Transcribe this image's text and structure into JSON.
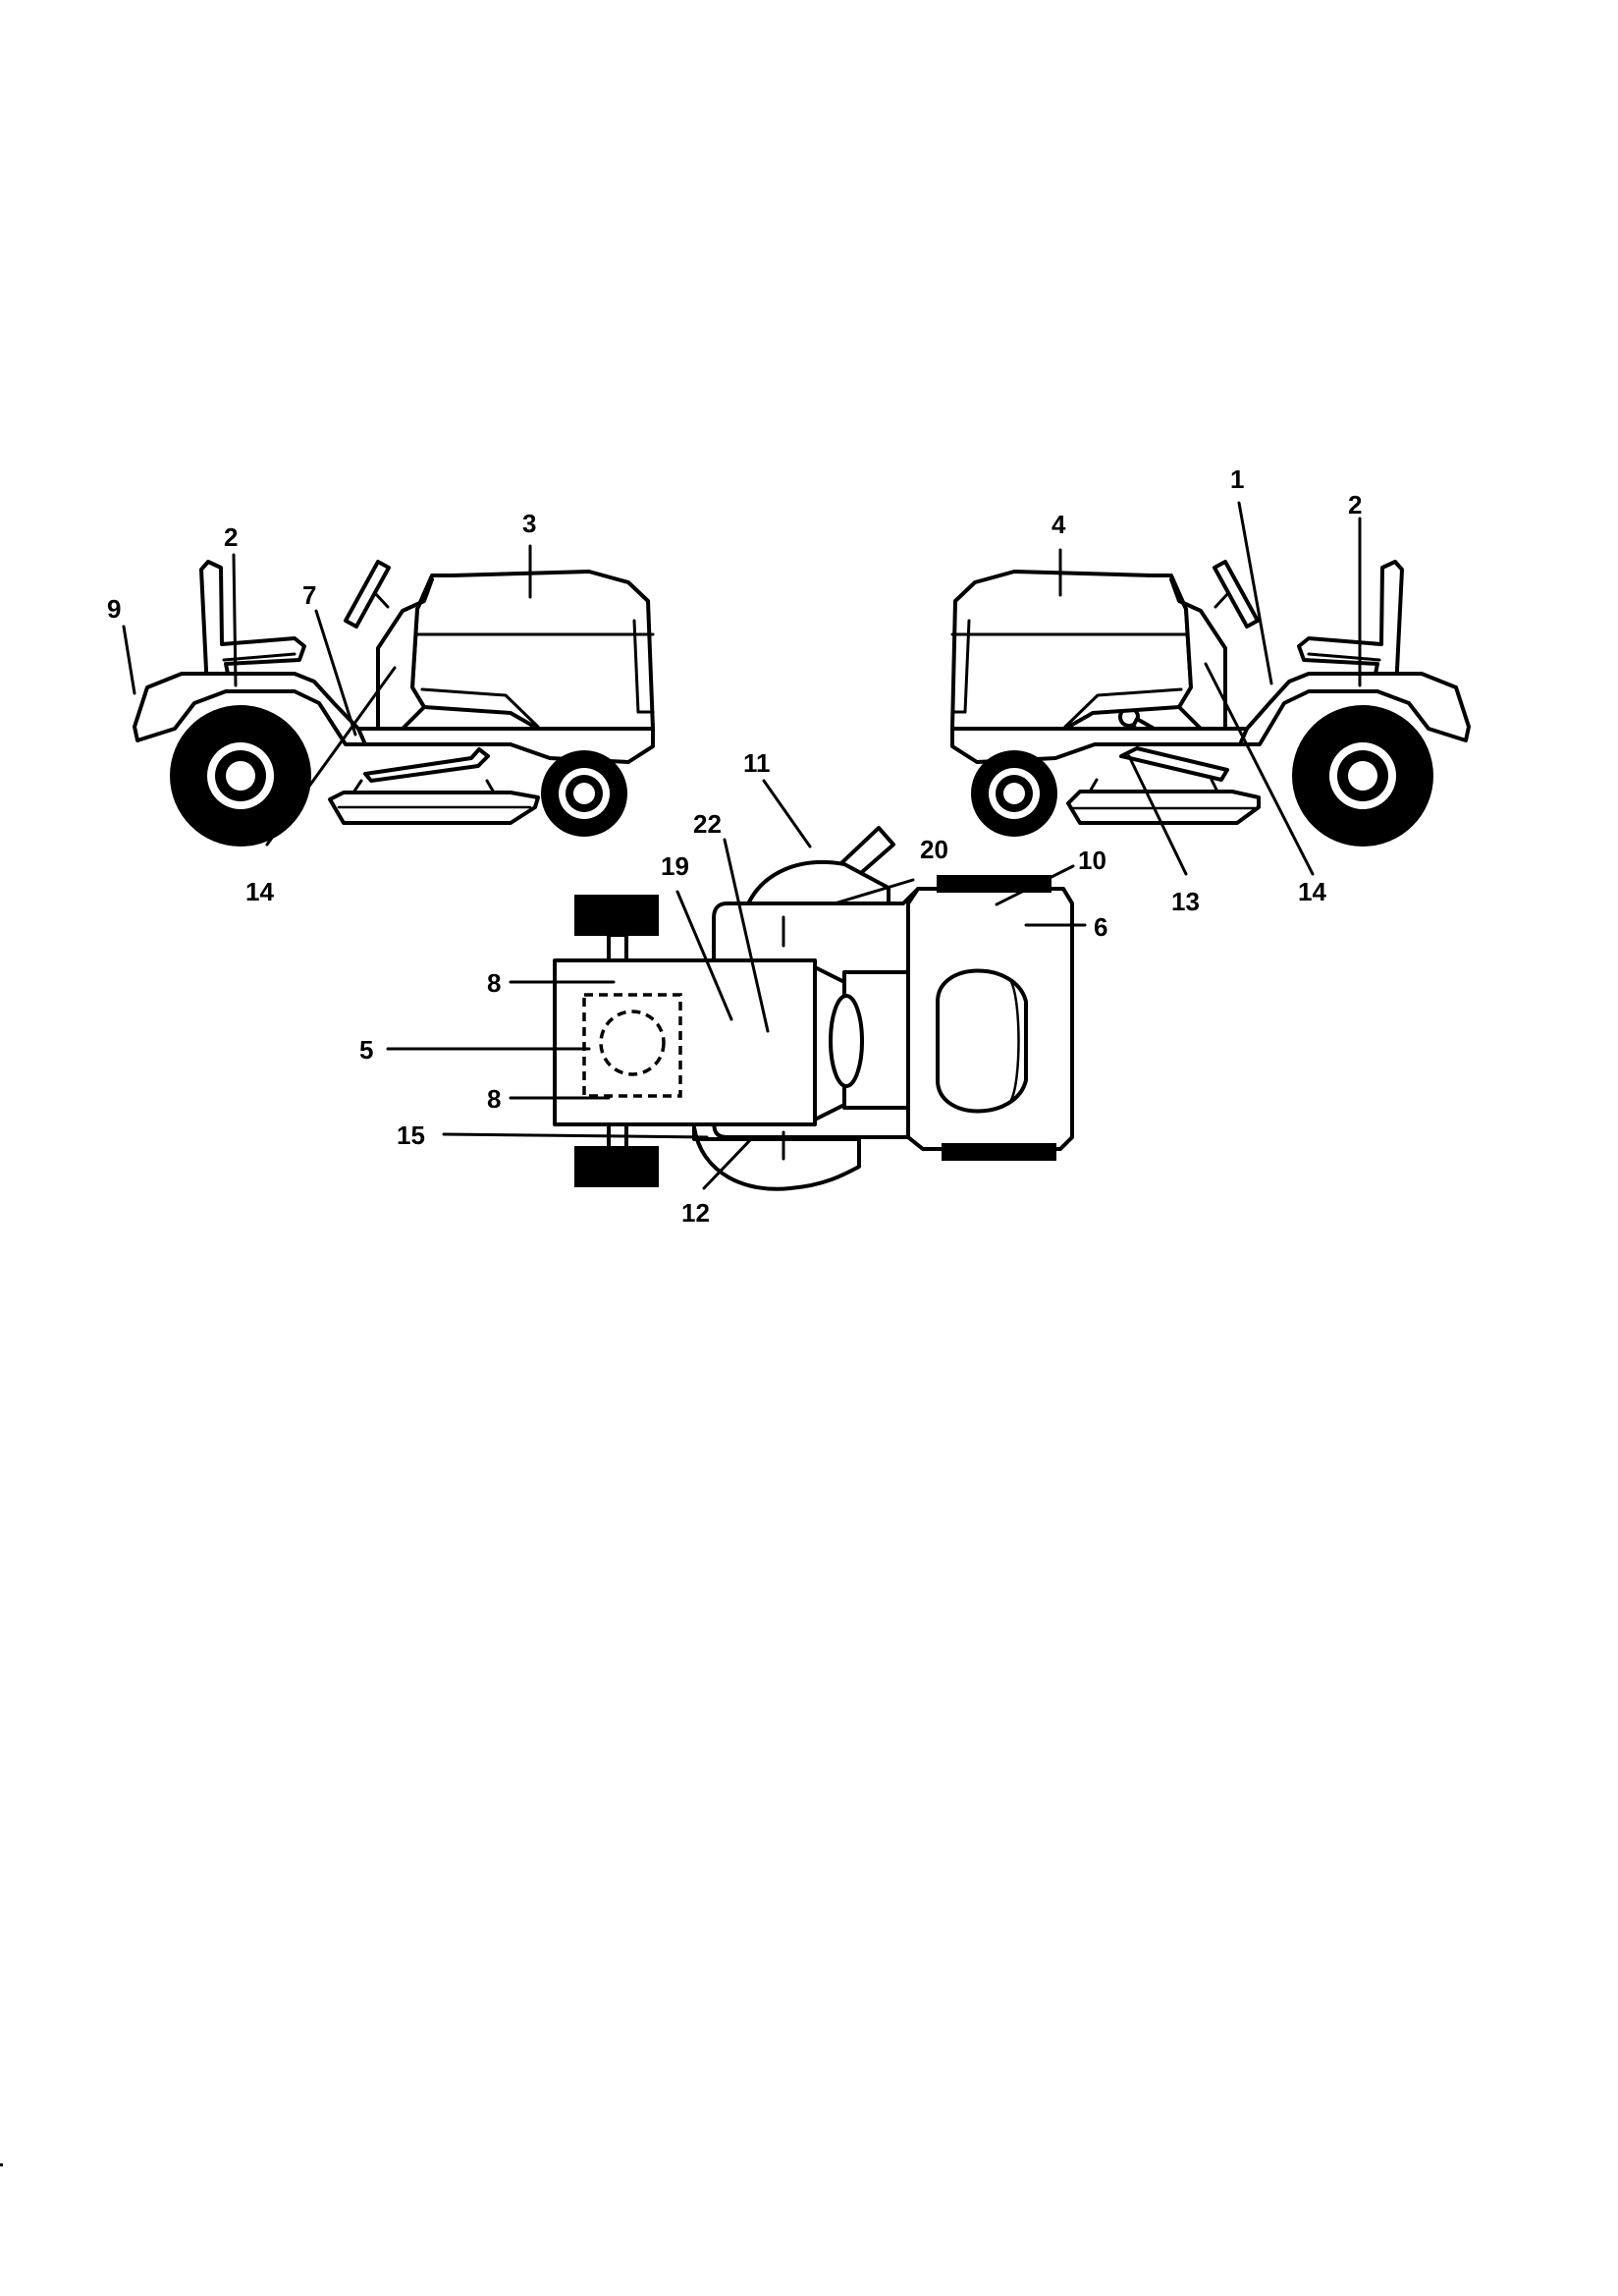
{
  "callouts": {
    "left": {
      "c9": "9",
      "c2": "2",
      "c7": "7",
      "c3": "3",
      "c14": "14"
    },
    "right": {
      "c4": "4",
      "c1": "1",
      "c2": "2",
      "c13": "13",
      "c14": "14"
    },
    "top": {
      "c11": "11",
      "c22": "22",
      "c19": "19",
      "c20": "20",
      "c10": "10",
      "c6": "6",
      "c8a": "8",
      "c5": "5",
      "c8b": "8",
      "c15": "15",
      "c12": "12"
    }
  },
  "colors": {
    "line": "#000000",
    "fill": "#ffffff"
  }
}
